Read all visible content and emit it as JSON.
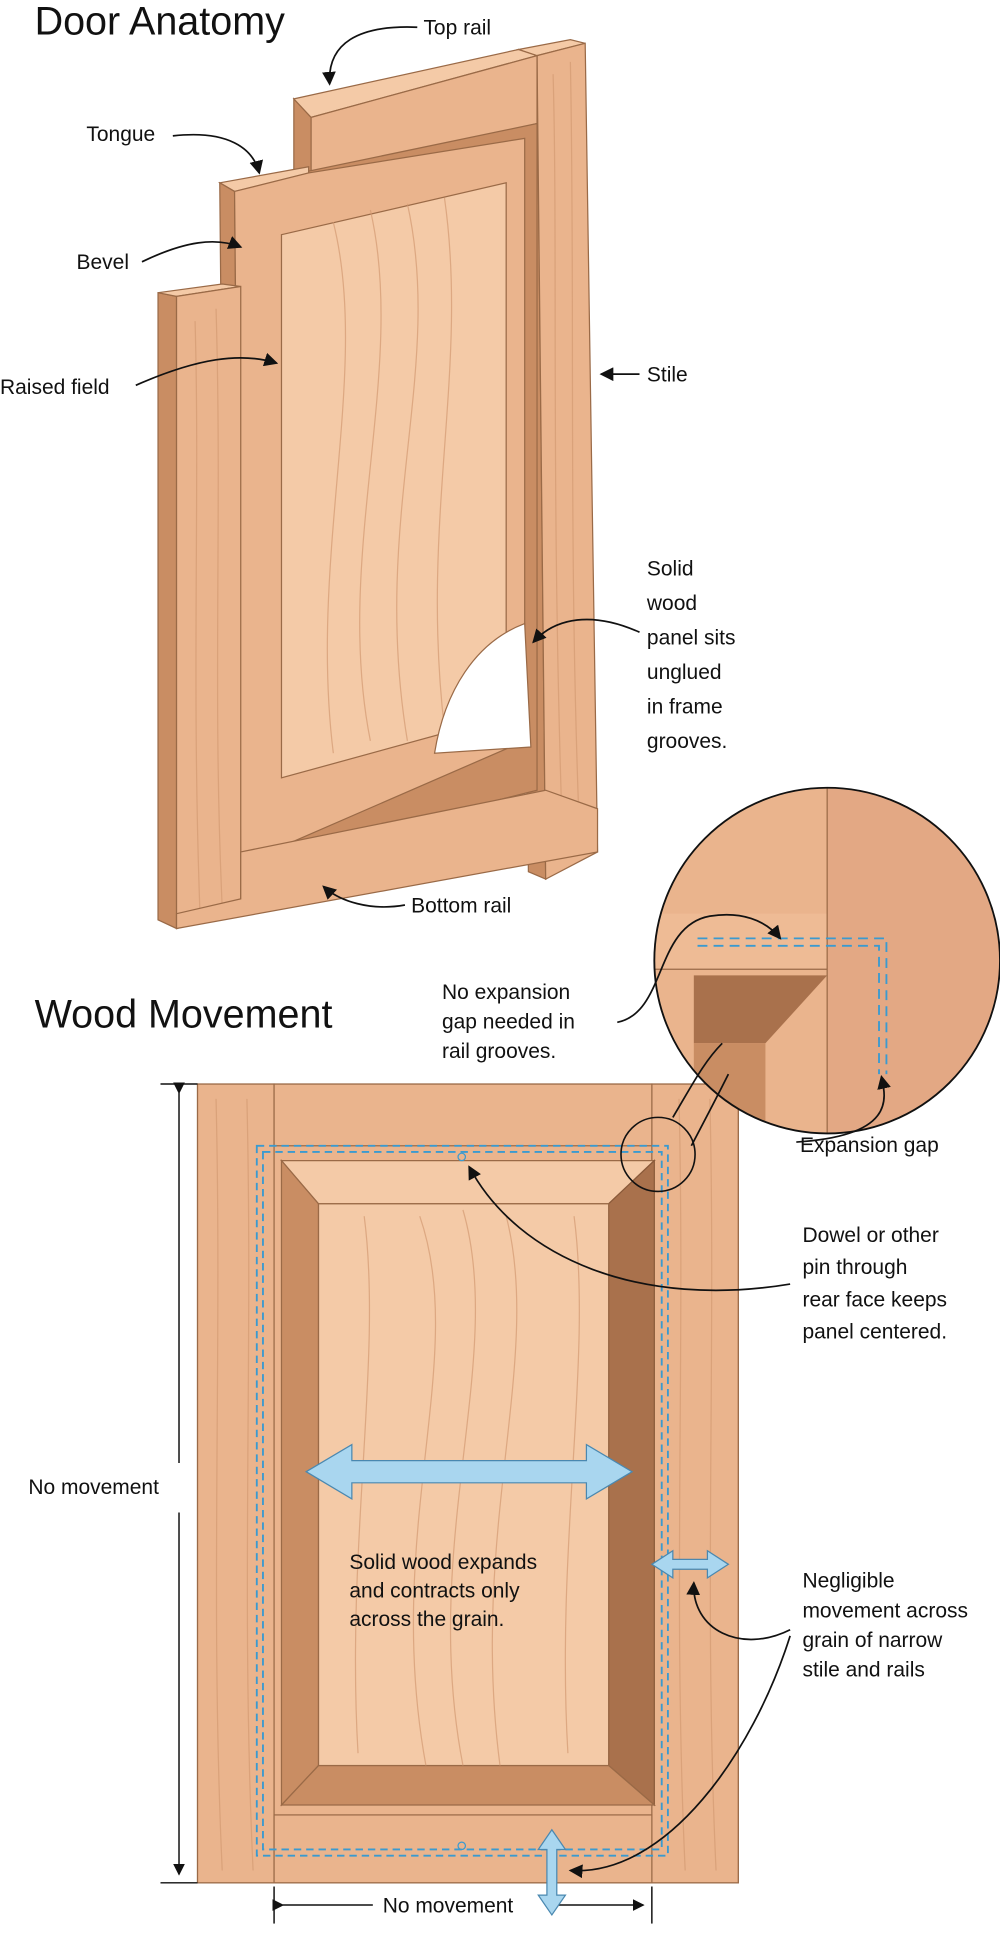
{
  "sections": {
    "anatomy_title": "Door Anatomy",
    "movement_title": "Wood Movement"
  },
  "anatomy_labels": {
    "top_rail": "Top rail",
    "tongue": "Tongue",
    "bevel": "Bevel",
    "raised_field": "Raised field",
    "stile": "Stile",
    "panel_note": [
      "Solid",
      "wood",
      "panel sits",
      "unglued",
      "in frame",
      "grooves."
    ],
    "bottom_rail": "Bottom rail"
  },
  "movement_labels": {
    "no_gap": [
      "No expansion",
      "gap needed in",
      "rail grooves."
    ],
    "expansion_gap": "Expansion gap",
    "dowel": [
      "Dowel or other",
      "pin through",
      "rear face keeps",
      "panel centered."
    ],
    "no_movement_vertical": "No movement",
    "expands": [
      "Solid wood expands",
      "and contracts only",
      "across the grain."
    ],
    "negligible": [
      "Negligible",
      "movement across",
      "grain of narrow",
      "stile and rails"
    ],
    "no_movement_horizontal": "No movement"
  },
  "colors": {
    "wood": "#eab48d",
    "wood_dark": "#c98d63",
    "arrow_blue": "#a9d6ef",
    "dash_blue": "#3a9ad0"
  }
}
